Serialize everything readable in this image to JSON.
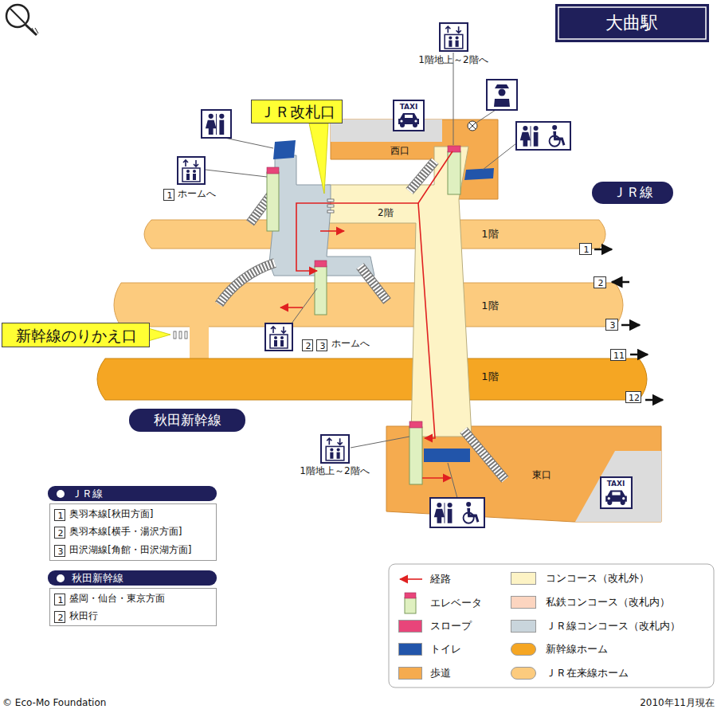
{
  "diagram": {
    "title": "大曲駅",
    "nodes": [
      {
        "text": [
          "ＪＲ改札口"
        ]
      },
      {
        "text": [
          "新幹線のりかえ口"
        ]
      },
      {
        "text": [
          "ＪＲ線"
        ]
      },
      {
        "text": [
          "秋田新幹線"
        ]
      },
      {
        "text": [
          "1階"
        ]
      },
      {
        "text": [
          "1階"
        ]
      },
      {
        "text": [
          "1階"
        ]
      },
      {
        "text": [
          "1"
        ]
      },
      {
        "text": [
          "2"
        ]
      },
      {
        "text": [
          "3"
        ]
      },
      {
        "text": [
          "11"
        ]
      },
      {
        "text": [
          "12"
        ]
      },
      {
        "text": [
          "1"
        ]
      },
      {
        "text": [
          "2"
        ]
      },
      {
        "text": [
          "3"
        ]
      },
      {
        "text": [
          "ＪＲ線"
        ]
      },
      {
        "text": [
          "奥羽本線[秋田方面]",
          "奥羽本線[横手・湯沢方面]",
          "田沢湖線[角館・田沢湖方面]"
        ]
      },
      {
        "text": [
          "1"
        ],
        "in": 16
      },
      {
        "text": [
          "2"
        ],
        "in": 16
      },
      {
        "text": [
          "3"
        ],
        "in": 16
      },
      {
        "text": [
          "秋田新幹線"
        ]
      },
      {
        "text": [
          "盛岡・仙台・東京方面",
          "秋田行"
        ]
      },
      {
        "text": [
          "1"
        ],
        "in": 21
      },
      {
        "text": [
          "2"
        ],
        "in": 21
      }
    ],
    "labels": [
      "1階地上～2階へ",
      "1階地上～2階へ",
      "西口",
      "東口",
      "2階",
      "ホームへ",
      "ホームへ",
      "TAXI",
      "TAXI",
      "© Eco-Mo Foundation",
      "2010年11月現在"
    ],
    "legend": [
      {
        "text": "経路"
      },
      {
        "text": "エレベータ"
      },
      {
        "text": "スロープ",
        "color": "#e8457a"
      },
      {
        "text": "トイレ",
        "color": "#2255aa"
      },
      {
        "text": "歩道",
        "color": "#f5ab4f"
      },
      {
        "text": "コンコース（改札外）",
        "color": "#fdf3c5"
      },
      {
        "text": "私鉄コンコース（改札内）",
        "color": "#fcd5c0"
      },
      {
        "text": "ＪＲ線コンコース（改札内）",
        "color": "#c9d5dc"
      },
      {
        "text": "新幹線ホーム",
        "color": "#f5a623"
      },
      {
        "text": "ＪＲ在来線ホーム",
        "color": "#fccb7e"
      }
    ]
  }
}
